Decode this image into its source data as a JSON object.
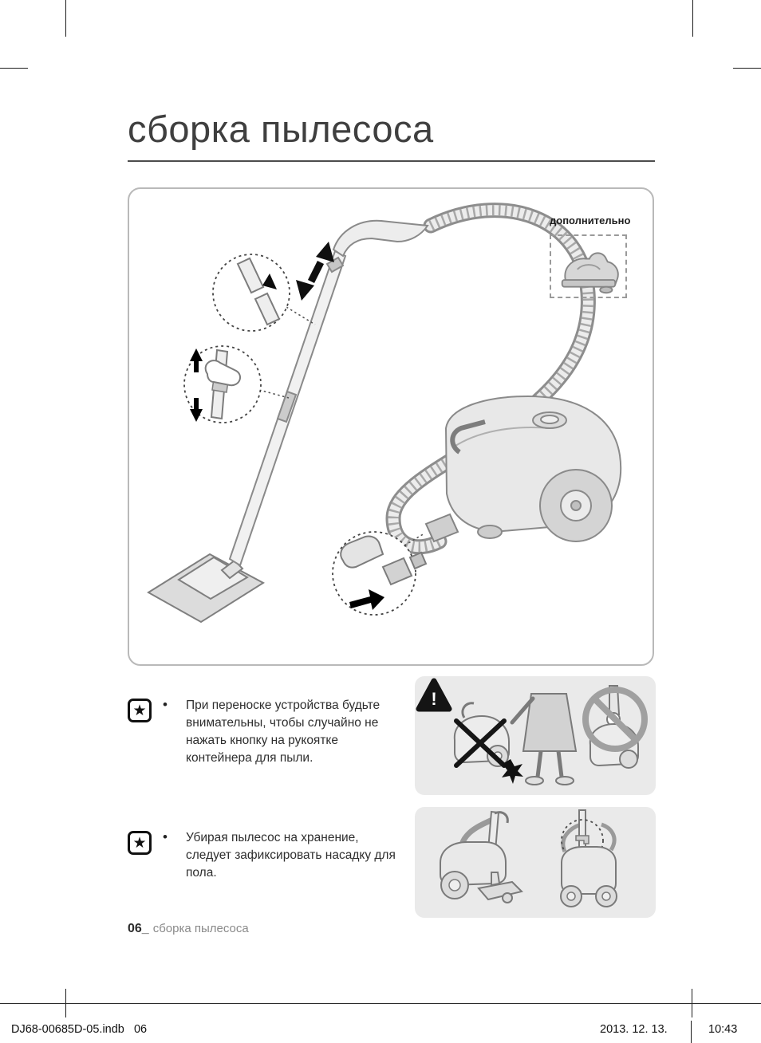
{
  "title": "сборка пылесоса",
  "illustration": {
    "optional_label": "дополнительно"
  },
  "icons": {
    "star": "★",
    "bullet": "•",
    "warning": "!"
  },
  "notes": [
    {
      "text": "При переноске устройства будьте внимательны, чтобы случайно не нажать кнопку на рукоятке контейнера для пыли."
    },
    {
      "text": "Убирая пылесос на хранение, следует зафиксировать насадку для пола."
    }
  ],
  "footer": {
    "page_number": "06_",
    "section": "сборка пылесоса"
  },
  "print_footer": {
    "file": "DJ68-00685D-05.indb   06",
    "date": "2013. 12. 13.",
    "time": "10:43"
  }
}
